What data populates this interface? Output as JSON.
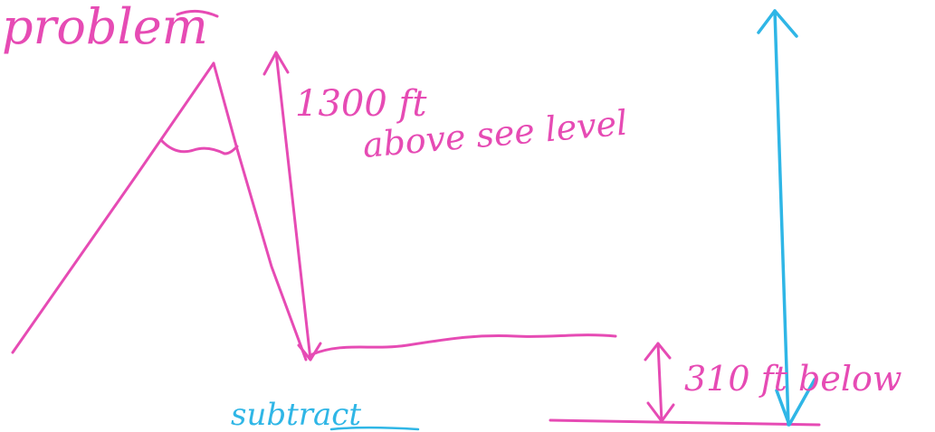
{
  "labels": {
    "title": "problem",
    "height_above": "1300 ft",
    "above_sea_level": "above see level",
    "depth_below": "310 ft below",
    "operation": "subtract"
  },
  "colors": {
    "ink_pink": "#e64bb4",
    "ink_blue": "#2fb6e6",
    "paper": "#ffffff"
  }
}
